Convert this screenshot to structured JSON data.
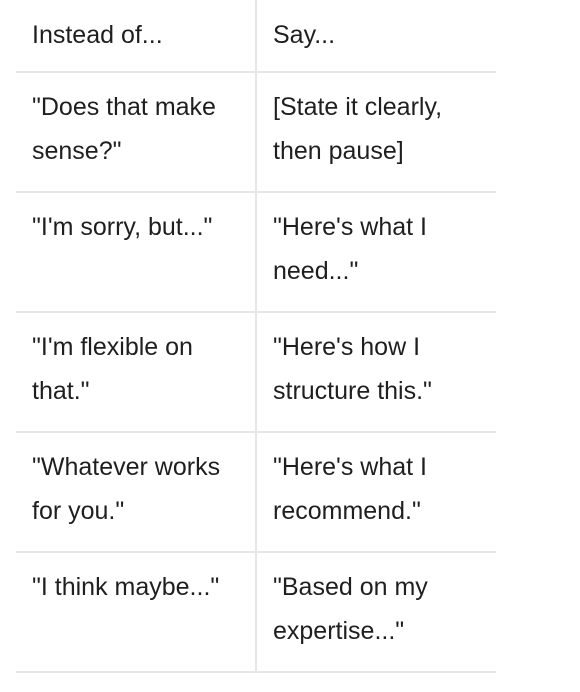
{
  "table": {
    "headers": [
      "Instead of...",
      "Say..."
    ],
    "rows": [
      [
        "\"Does that make sense?\"",
        "[State it clearly, then pause]"
      ],
      [
        "\"I'm sorry, but...\"",
        "\"Here's what I need...\""
      ],
      [
        "\"I'm flexible on that.\"",
        "\"Here's how I structure this.\""
      ],
      [
        "\"Whatever works for you.\"",
        "\"Here's what I recommend.\""
      ],
      [
        "\"I think maybe...\"",
        "\"Based on my expertise...\""
      ]
    ]
  }
}
